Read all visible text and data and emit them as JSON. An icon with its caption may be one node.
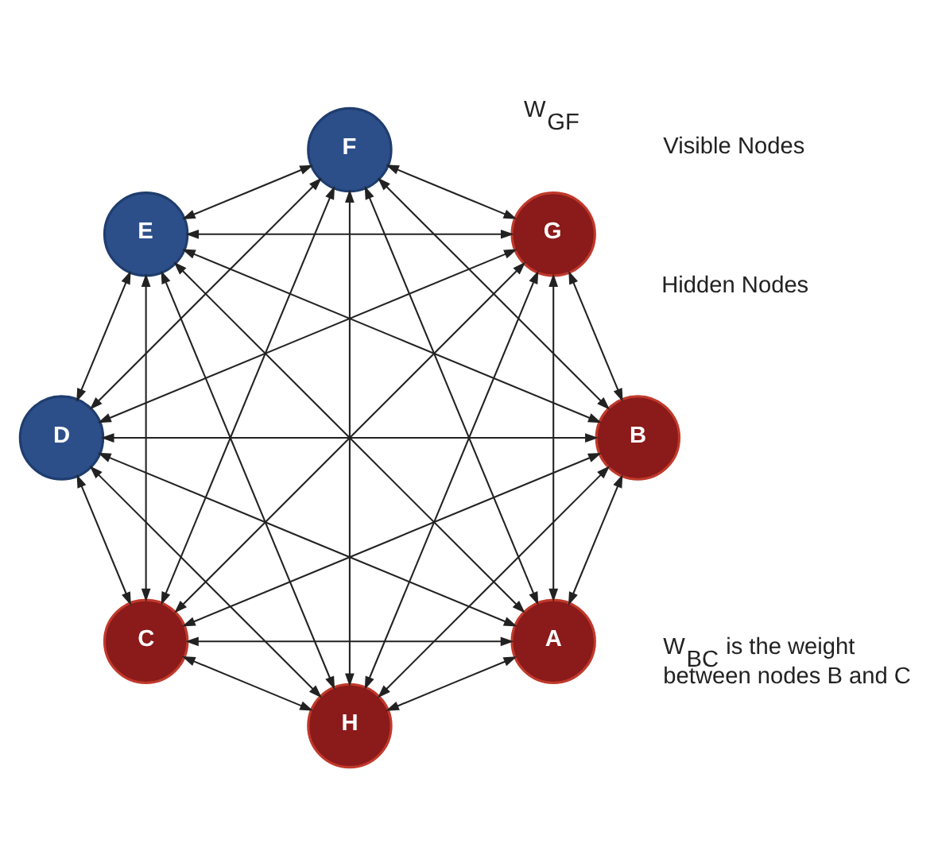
{
  "diagram": {
    "nodes": [
      {
        "text": [
          "A"
        ]
      },
      {
        "text": [
          "B"
        ]
      },
      {
        "text": [
          "C"
        ]
      },
      {
        "text": [
          "D"
        ]
      },
      {
        "text": [
          "E"
        ]
      },
      {
        "text": [
          "F"
        ]
      },
      {
        "text": [
          "G"
        ]
      },
      {
        "text": [
          "H"
        ]
      }
    ],
    "edges": [
      {
        "from": 0,
        "to": 1,
        "arrow": "both"
      },
      {
        "from": 1,
        "to": 2,
        "arrow": "both"
      },
      {
        "from": 2,
        "to": 3,
        "arrow": "both"
      },
      {
        "from": 3,
        "to": 4,
        "arrow": "both"
      },
      {
        "from": 4,
        "to": 5,
        "arrow": "both"
      },
      {
        "from": 5,
        "to": 6,
        "arrow": "both"
      },
      {
        "from": 6,
        "to": 7,
        "arrow": "both"
      },
      {
        "from": 7,
        "to": 0,
        "arrow": "both"
      },
      {
        "from": 0,
        "to": 2,
        "arrow": "both"
      },
      {
        "from": 0,
        "to": 3,
        "arrow": "both"
      },
      {
        "from": 0,
        "to": 4,
        "arrow": "both"
      },
      {
        "from": 0,
        "to": 5,
        "arrow": "both"
      },
      {
        "from": 0,
        "to": 6,
        "arrow": "both"
      },
      {
        "from": 1,
        "to": 3,
        "arrow": "both"
      },
      {
        "from": 1,
        "to": 4,
        "arrow": "both"
      },
      {
        "from": 1,
        "to": 5,
        "arrow": "both"
      },
      {
        "from": 1,
        "to": 6,
        "arrow": "both"
      },
      {
        "from": 1,
        "to": 7,
        "arrow": "both"
      },
      {
        "from": 2,
        "to": 4,
        "arrow": "both"
      },
      {
        "from": 2,
        "to": 5,
        "arrow": "both"
      },
      {
        "from": 2,
        "to": 6,
        "arrow": "both"
      },
      {
        "from": 2,
        "to": 7,
        "arrow": "both"
      },
      {
        "from": 3,
        "to": 5,
        "arrow": "both"
      },
      {
        "from": 3,
        "to": 6,
        "arrow": "both"
      },
      {
        "from": 3,
        "to": 7,
        "arrow": "both"
      },
      {
        "from": 4,
        "to": 6,
        "arrow": "both"
      },
      {
        "from": 4,
        "to": 7,
        "arrow": "both"
      },
      {
        "from": 5,
        "to": 7,
        "arrow": "both"
      }
    ],
    "labels": [
      "Hidden Nodes",
      "W$_{BC}$ is the weight between nodes B and C",
      "W$_{GF}$",
      "Visible Nodes"
    ]
  }
}
